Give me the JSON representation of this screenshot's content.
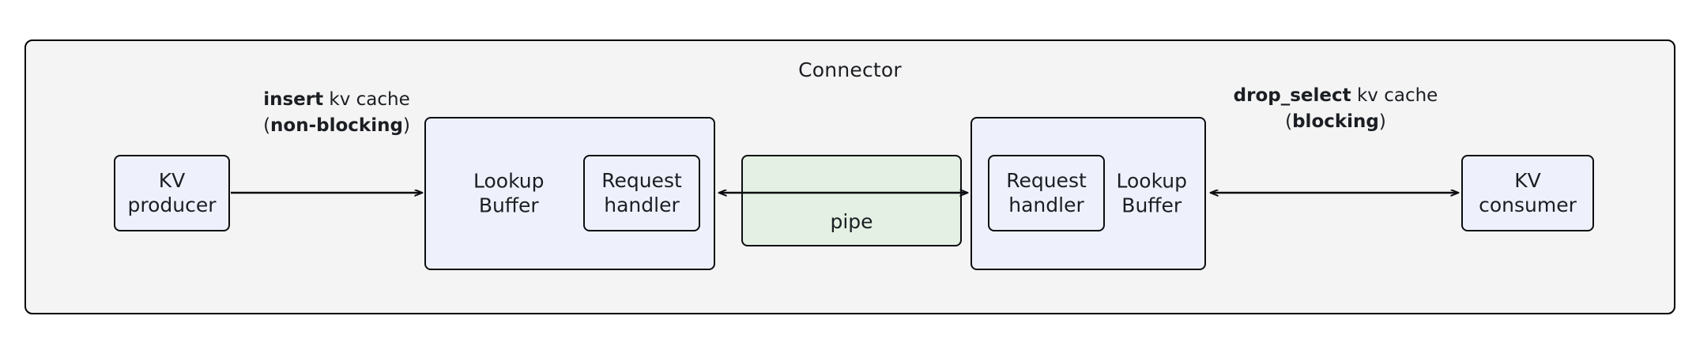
{
  "diagram": {
    "container": {
      "title": "Connector"
    },
    "nodes": [
      {
        "id": "kv-producer",
        "lines": [
          "KV",
          "producer"
        ]
      },
      {
        "id": "lookup-buffer-l",
        "lines": [
          "Lookup",
          "Buffer"
        ]
      },
      {
        "id": "req-handler-l",
        "lines": [
          "Request",
          "handler"
        ]
      },
      {
        "id": "pipe",
        "lines": [
          "pipe"
        ]
      },
      {
        "id": "req-handler-r",
        "lines": [
          "Request",
          "handler"
        ]
      },
      {
        "id": "lookup-buffer-r",
        "lines": [
          "Lookup",
          "Buffer"
        ]
      },
      {
        "id": "kv-consumer",
        "lines": [
          "KV",
          "consumer"
        ]
      }
    ],
    "node_text": {
      "kv_producer_l1": "KV",
      "kv_producer_l2": "producer",
      "lookup_buffer_left_l1": "Lookup",
      "lookup_buffer_left_l2": "Buffer",
      "request_handler_left_l1": "Request",
      "request_handler_left_l2": "handler",
      "pipe": "pipe",
      "request_handler_right_l1": "Request",
      "request_handler_right_l2": "handler",
      "lookup_buffer_right_l1": "Lookup",
      "lookup_buffer_right_l2": "Buffer",
      "kv_consumer_l1": "KV",
      "kv_consumer_l2": "consumer"
    },
    "edge_labels": {
      "insert": {
        "line1_bold": "insert",
        "line1_rest": " kv cache",
        "line2_open": "(",
        "line2_bold": "non-blocking",
        "line2_close": ")"
      },
      "drop_select": {
        "line1_bold": "drop_select",
        "line1_rest": " kv cache",
        "line2_open": "(",
        "line2_bold": "blocking",
        "line2_close": ")"
      }
    },
    "colors": {
      "container_fill": "#f4f4f4",
      "node_blue_fill": "#eef1fb",
      "node_green_fill": "#e3f0e3",
      "stroke": "#0b0d10",
      "text": "#1b1e22",
      "page_background": "#ffffff"
    }
  }
}
